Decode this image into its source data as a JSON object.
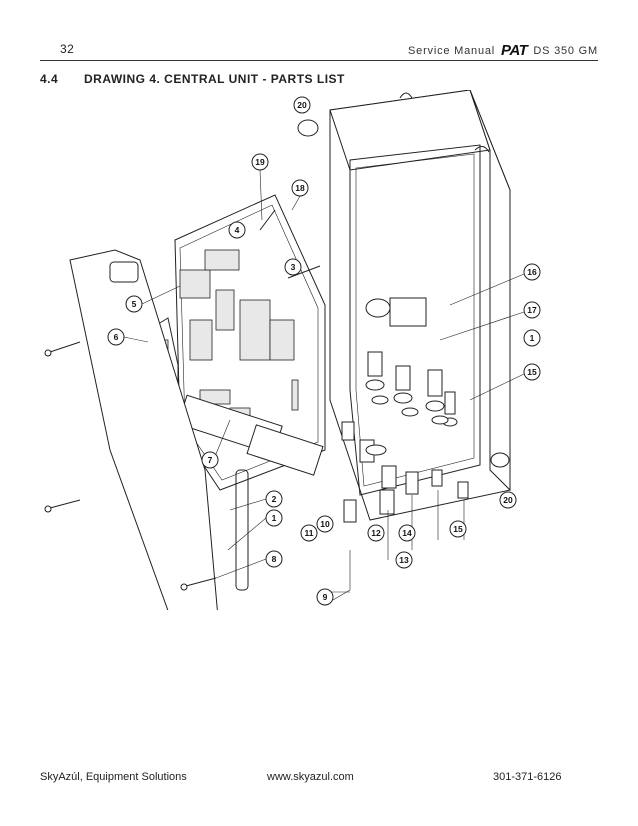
{
  "header": {
    "page_number": "32",
    "manual_label": "Service Manual",
    "brand": "PAT",
    "model": "DS 350 GM"
  },
  "section": {
    "number": "4.4",
    "title": "DRAWING 4. CENTRAL UNIT - PARTS LIST"
  },
  "drawing": {
    "callouts": [
      "20",
      "19",
      "18",
      "4",
      "3",
      "5",
      "6",
      "7",
      "16",
      "17",
      "1",
      "15",
      "20",
      "2",
      "1",
      "8",
      "10",
      "11",
      "12",
      "14",
      "13",
      "9",
      "15"
    ]
  },
  "footer": {
    "company": "SkyAzúl, Equipment Solutions",
    "website": "www.skyazul.com",
    "phone": "301-371-6126"
  }
}
